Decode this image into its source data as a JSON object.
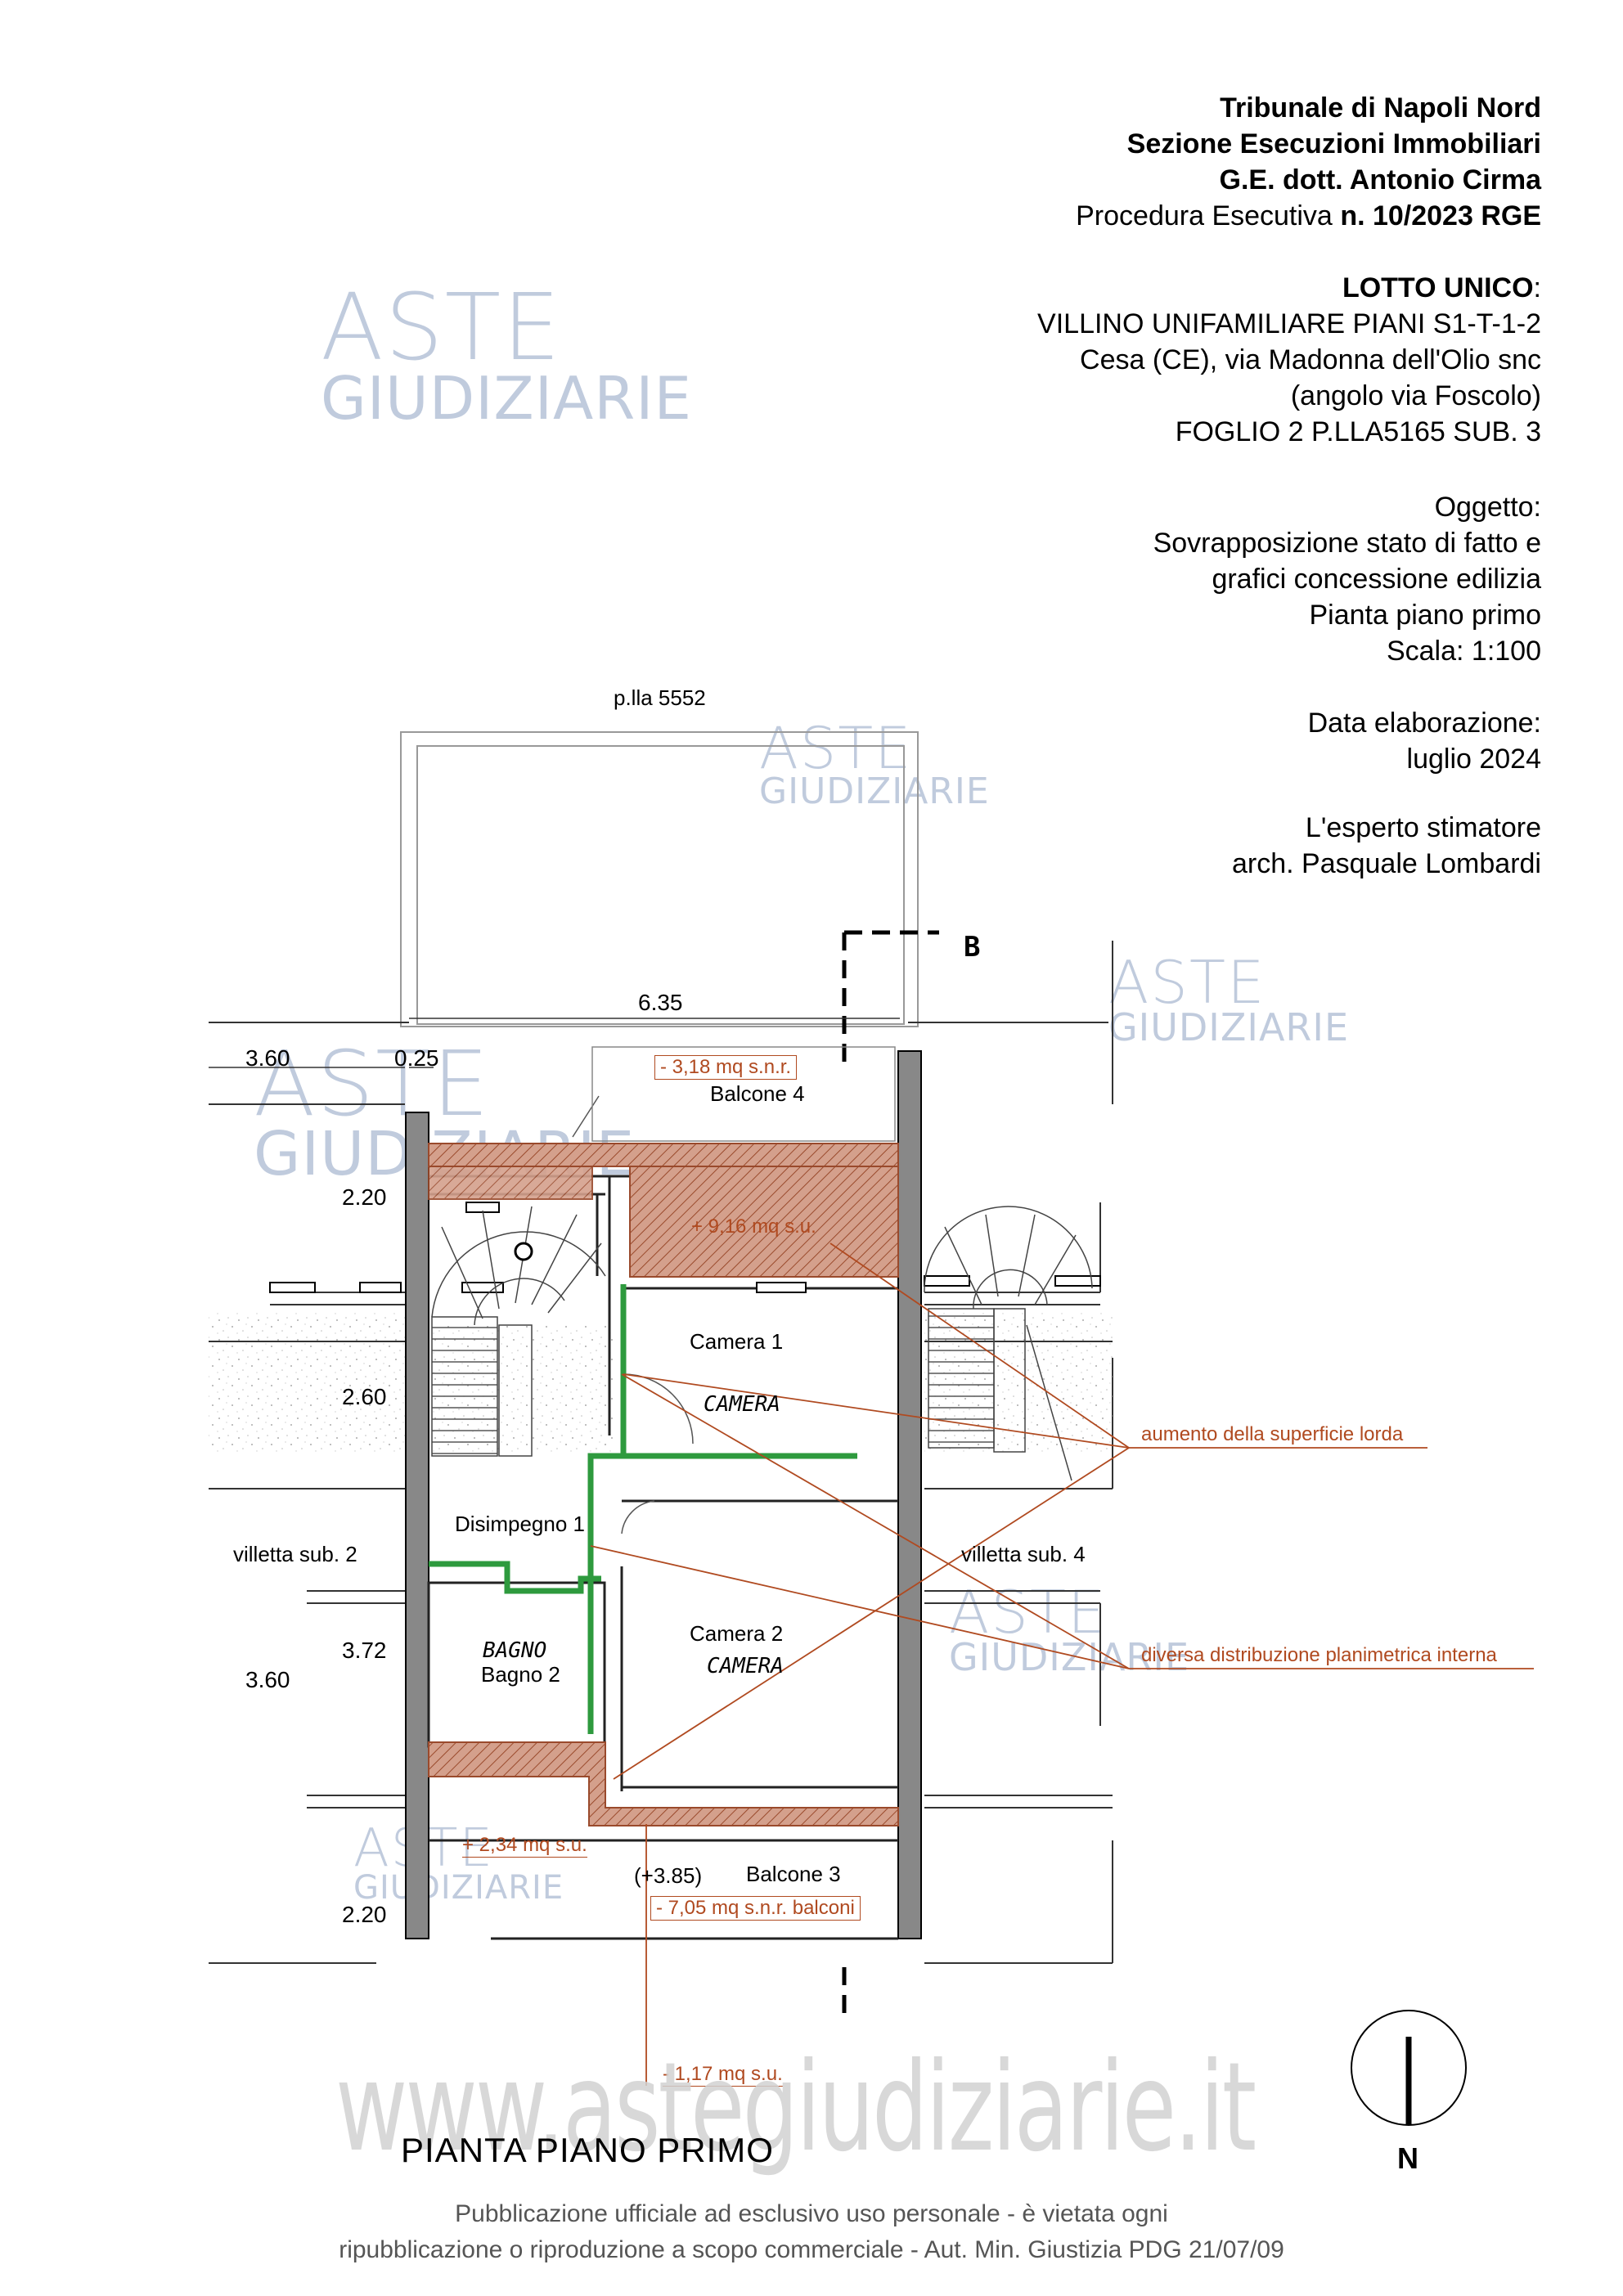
{
  "header": {
    "court": "Tribunale di Napoli Nord",
    "section": "Sezione Esecuzioni Immobiliari",
    "judge": "G.E. dott. Antonio Cirma",
    "procedure_prefix": "Procedura Esecutiva",
    "procedure_number": "n. 10/2023 RGE",
    "lot_label": "LOTTO UNICO",
    "lot_colon": ":",
    "property_type": "VILLINO UNIFAMILIARE PIANI S1-T-1-2",
    "address_line1": "Cesa (CE), via Madonna dell'Olio snc",
    "address_line2": "(angolo via Foscolo)",
    "cadastral": "FOGLIO 2 P.LLA5165 SUB. 3",
    "subject_label": "Oggetto:",
    "subject_line1": "Sovrapposizione stato di fatto e",
    "subject_line2": "grafici concessione edilizia",
    "subject_line3": "Pianta piano primo",
    "scale": "Scala:  1:100",
    "date_label": "Data elaborazione:",
    "date_value": "luglio 2024",
    "expert_label": "L'esperto stimatore",
    "expert_name": "arch.  Pasquale Lombardi"
  },
  "watermark": {
    "line1": "ASTE",
    "line2": "GIUDIZIARIE",
    "site": "www.astegiudiziarie.it"
  },
  "plan": {
    "plot_label": "p.lla 5552",
    "section_mark": "B",
    "dim_width": "6.35",
    "dim_left_top": "3.60",
    "dim_wall": "0.25",
    "dim_220_top": "2.20",
    "dim_260": "2.60",
    "dim_372": "3.72",
    "dim_left_bottom": "3.60",
    "dim_220_bottom": "2.20",
    "level": "(+3.85)",
    "rooms": {
      "balcone4": "Balcone 4",
      "camera1": "Camera 1",
      "camera1_old": "CAMERA",
      "disimpegno": "Disimpegno 1",
      "bagno_old": "BAGNO",
      "bagno": "Bagno 2",
      "camera2": "Camera 2",
      "camera2_old": "CAMERA",
      "balcone3": "Balcone 3",
      "villetta_left": "villetta sub. 2",
      "villetta_right": "villetta sub. 4"
    },
    "annotations": {
      "snr_top": "- 3,18 mq s.n.r.",
      "su_top": "+ 9,16 mq s.u.",
      "su_left": "+ 2,34 mq s.u.",
      "snr_balconi": "- 7,05 mq s.n.r. balconi",
      "su_bottom": "- 1,17 mq s.u.",
      "callout_area": "aumento della superficie lorda",
      "callout_layout": "diversa distribuzione planimetrica interna"
    },
    "north": "N"
  },
  "title": "PIANTA PIANO PRIMO",
  "footer": {
    "line1": "Pubblicazione ufficiale ad esclusivo uso personale - è vietata ogni",
    "line2": "ripubblicazione o riproduzione a scopo commerciale - Aut. Min. Giustizia PDG 21/07/09"
  },
  "colors": {
    "accent_red": "#b04a20",
    "hatch_fill": "#c98a72",
    "green_walls": "#2e9a3e",
    "watermark": "#97a9c7"
  }
}
